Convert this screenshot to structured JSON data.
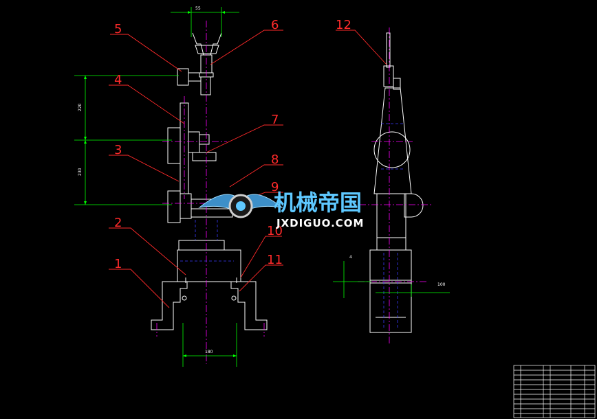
{
  "callouts": [
    "1",
    "2",
    "3",
    "4",
    "5",
    "6",
    "7",
    "8",
    "9",
    "10",
    "11",
    "12"
  ],
  "dimensions": {
    "top_width": "55",
    "upper_height": "220",
    "lower_height": "230",
    "base_width": "180",
    "side_small": "4",
    "side_width": "100"
  },
  "watermark": {
    "chinese": "机械帝国",
    "latin": "JXDIGUO.COM"
  },
  "colors": {
    "outline": "#ffffff",
    "dimension": "#00ff00",
    "centerline": "#ff00ff",
    "hidden": "#3a3aff",
    "callout": "#ff2a2a",
    "watermark": "#5ec8ff"
  }
}
